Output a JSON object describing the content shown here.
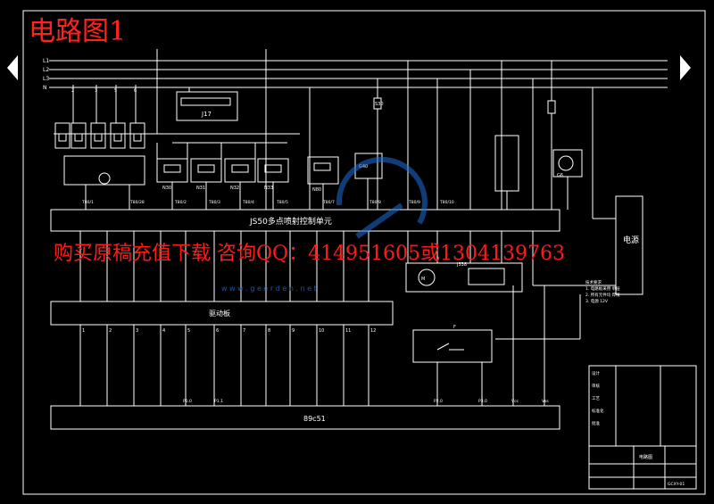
{
  "page": {
    "title": "电路图1",
    "watermark": "购买原稿充值下载 咨询QQ：414951605或1304139763",
    "site_text": "w w w . g e e r d e n . n e t"
  },
  "nav": {
    "prev_icon": "triangle-left-icon",
    "next_icon": "triangle-right-icon"
  },
  "diagram": {
    "bus_labels": [
      "L1",
      "L2",
      "L3",
      "N"
    ],
    "controller_label": "JS50多点喷射控制单元",
    "driver_label": "驱动板",
    "mcu_label": "89c51",
    "relay_label": "J17",
    "top_terminal_nums": [
      "2",
      "3",
      "5",
      "6"
    ],
    "ctrl_pin_labels": [
      "T80/1",
      "T80/28",
      "T80/2",
      "T80/3",
      "T80/4",
      "T80/5",
      "T80/7",
      "T80/8",
      "T80/9",
      "T80/10"
    ],
    "driver_pin_nums": [
      "1",
      "2",
      "3",
      "4",
      "5",
      "6",
      "7",
      "8",
      "9",
      "10",
      "11",
      "12"
    ],
    "mcu_pin_labels": [
      "P1.0",
      "P1.1",
      "P2.0",
      "P3.0",
      "Vcc",
      "Vss"
    ],
    "component_labels": [
      "N30",
      "N31",
      "N32",
      "N33",
      "N80",
      "G40",
      "G6",
      "M",
      "J338",
      "S30",
      "F"
    ],
    "notes": [
      "技术要求",
      "1. 电路板采用  单层",
      "2. 所有元件均 焊接",
      "3. 电源 12V"
    ],
    "right_box_label": "电源",
    "title_block": {
      "heading": "电路图",
      "rows": [
        "设计",
        "审核",
        "工艺",
        "标准化",
        "批准"
      ],
      "drawing_no": "GCXY-01"
    },
    "colors": {
      "line": "#ffffff",
      "accent": "#ff2222",
      "watermark_logo": "#1e6fd9"
    }
  }
}
